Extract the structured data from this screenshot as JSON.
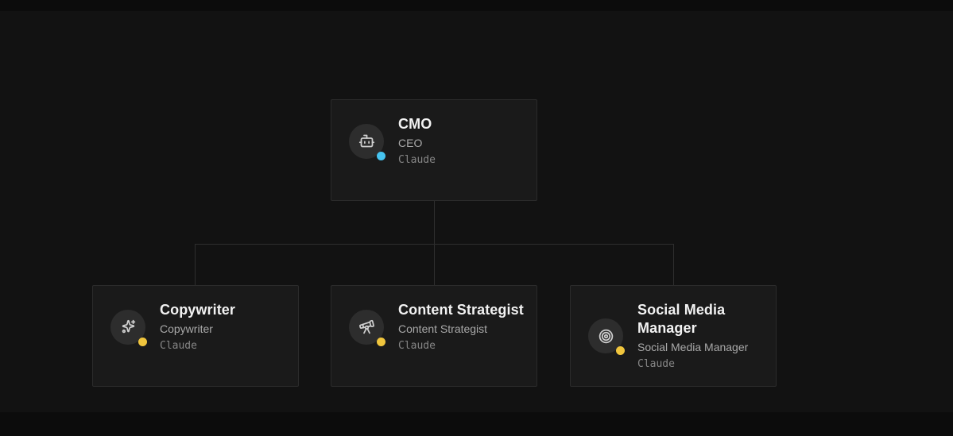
{
  "canvas": {
    "background": "#121212",
    "frame_background": "#0c0c0c",
    "node_background": "#1a1a1a",
    "node_border": "#2b2b2b",
    "connector_color": "#2e2e2e"
  },
  "org_chart": {
    "root": {
      "title": "CMO",
      "role": "CEO",
      "model": "Claude",
      "icon": "bot-icon",
      "status_color": "#46c3ef"
    },
    "children": [
      {
        "title": "Copywriter",
        "role": "Copywriter",
        "model": "Claude",
        "icon": "sparkles-icon",
        "status_color": "#f0c53d"
      },
      {
        "title": "Content Strategist",
        "role": "Content Strategist",
        "model": "Claude",
        "icon": "telescope-icon",
        "status_color": "#f0c53d"
      },
      {
        "title": "Social Media Manager",
        "role": "Social Media Manager",
        "model": "Claude",
        "icon": "target-icon",
        "status_color": "#f0c53d"
      }
    ]
  }
}
